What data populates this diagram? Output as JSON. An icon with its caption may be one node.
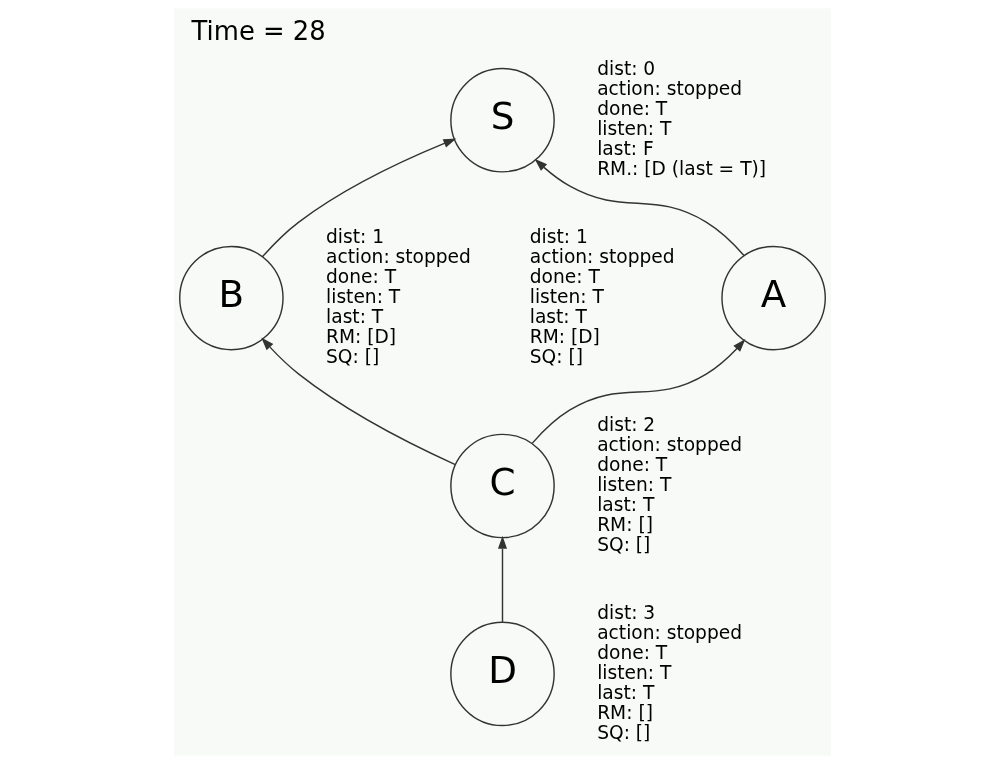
{
  "diagram": {
    "title": "Time = 28",
    "nodes": [
      {
        "text": [
          "S"
        ],
        "beside": [
          "dist: 0",
          "action: stopped",
          "done: T",
          "listen: T",
          "last: F",
          "RM.: [D (last = T)]"
        ]
      },
      {
        "text": [
          "A"
        ],
        "beside": [
          "dist: 1",
          "action: stopped",
          "done: T",
          "listen: T",
          "last: T",
          "RM: [D]",
          "SQ: []"
        ]
      },
      {
        "text": [
          "B"
        ],
        "beside": [
          "dist: 1",
          "action: stopped",
          "done: T",
          "listen: T",
          "last: T",
          "RM: [D]",
          "SQ: []"
        ]
      },
      {
        "text": [
          "C"
        ],
        "beside": [
          "dist: 2",
          "action: stopped",
          "done: T",
          "listen: T",
          "last: T",
          "RM: []",
          "SQ: []"
        ]
      },
      {
        "text": [
          "D"
        ],
        "beside": [
          "dist: 3",
          "action: stopped",
          "done: T",
          "listen: T",
          "last: T",
          "RM: []",
          "SQ: []"
        ]
      }
    ],
    "edges": [
      {
        "from": 1,
        "to": 0,
        "arrow": "to"
      },
      {
        "from": 2,
        "to": 0,
        "arrow": "to"
      },
      {
        "from": 3,
        "to": 1,
        "arrow": "to"
      },
      {
        "from": 3,
        "to": 2,
        "arrow": "to"
      },
      {
        "from": 4,
        "to": 3,
        "arrow": "to"
      }
    ]
  }
}
